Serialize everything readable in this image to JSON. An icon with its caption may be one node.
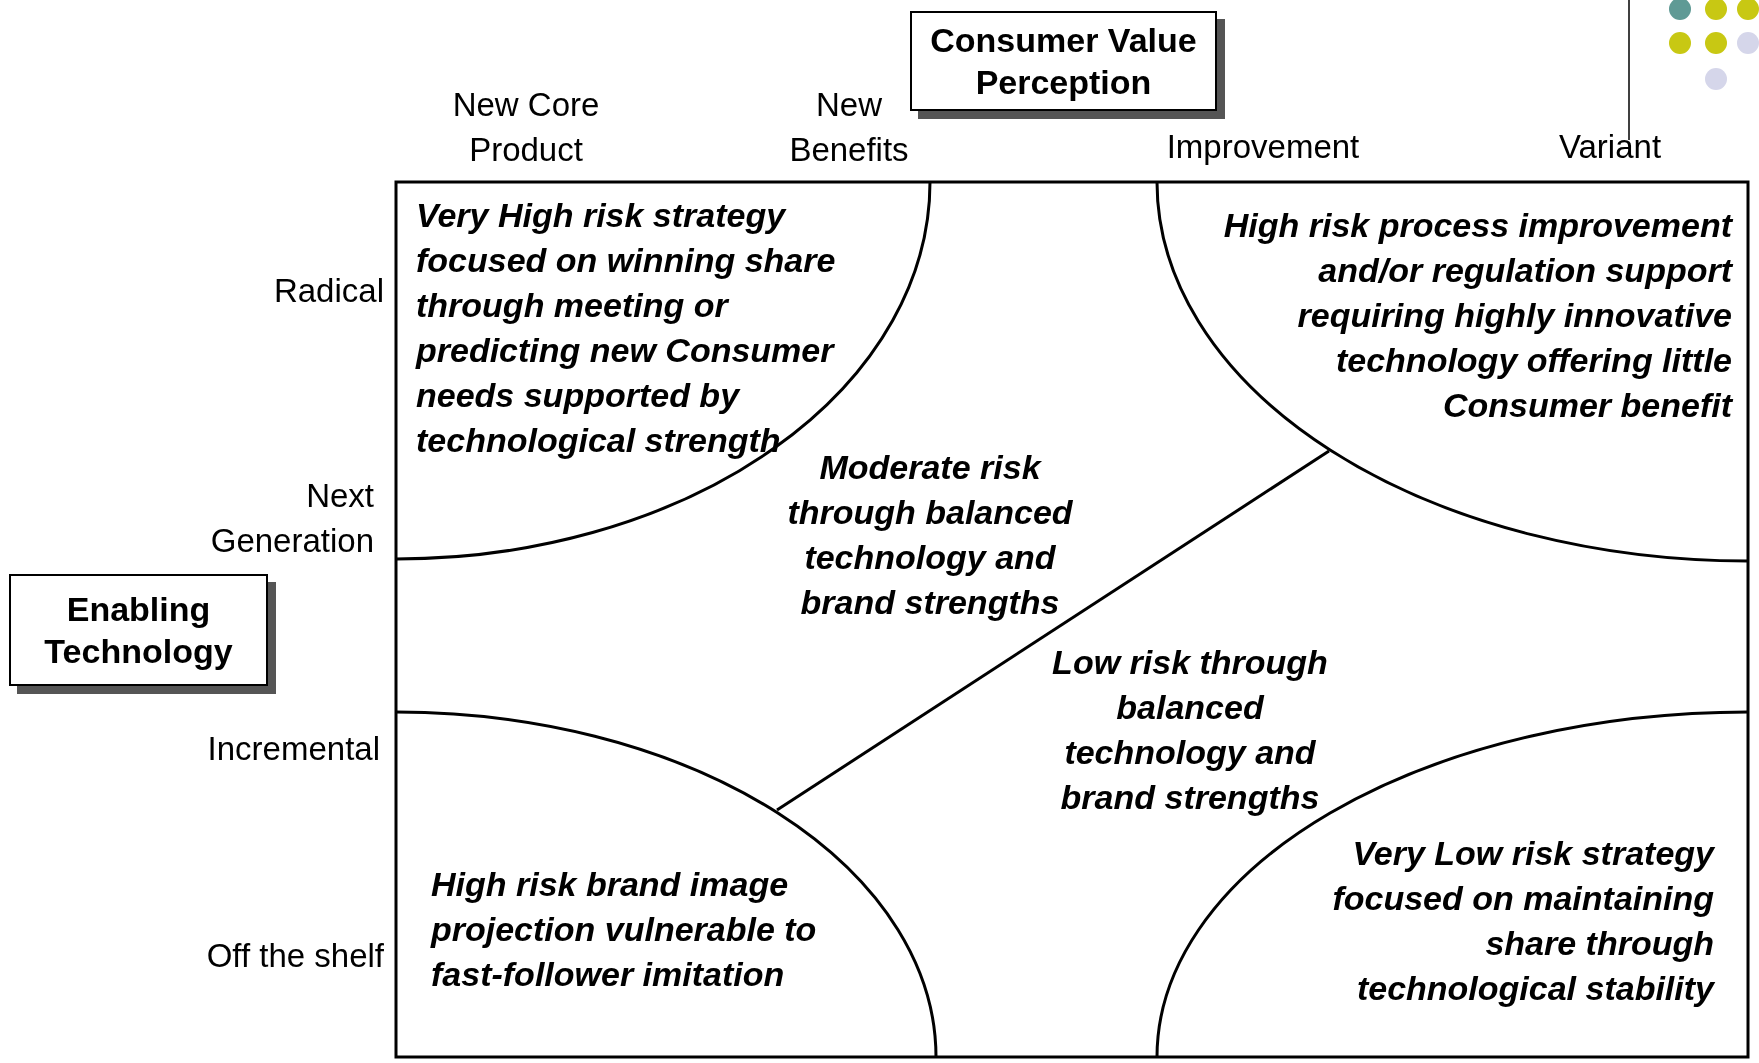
{
  "diagram": {
    "nodes": [
      {
        "text": [
          "Consumer Value Perception"
        ]
      },
      {
        "text": [
          "Enabling Technology"
        ]
      },
      {
        "text": [
          "Very High risk strategy focused on winning share through  meeting or predicting new Consumer needs supported by technological strength"
        ]
      },
      {
        "text": [
          "High risk process improvement and/or regulation support requiring highly innovative technology offering little Consumer benefit"
        ]
      },
      {
        "text": [
          "High risk brand image projection vulnerable to fast-follower imitation"
        ]
      },
      {
        "text": [
          "Very Low risk strategy focused on maintaining share through technological stability"
        ]
      }
    ],
    "labels": [
      "New Core Product",
      "New Benefits",
      "Improvement",
      "Variant",
      "Radical",
      "Next Generation",
      "Incremental",
      "Off the shelf",
      "Moderate risk through balanced technology and brand strengths",
      "Low risk through balanced technology and brand strengths"
    ]
  }
}
